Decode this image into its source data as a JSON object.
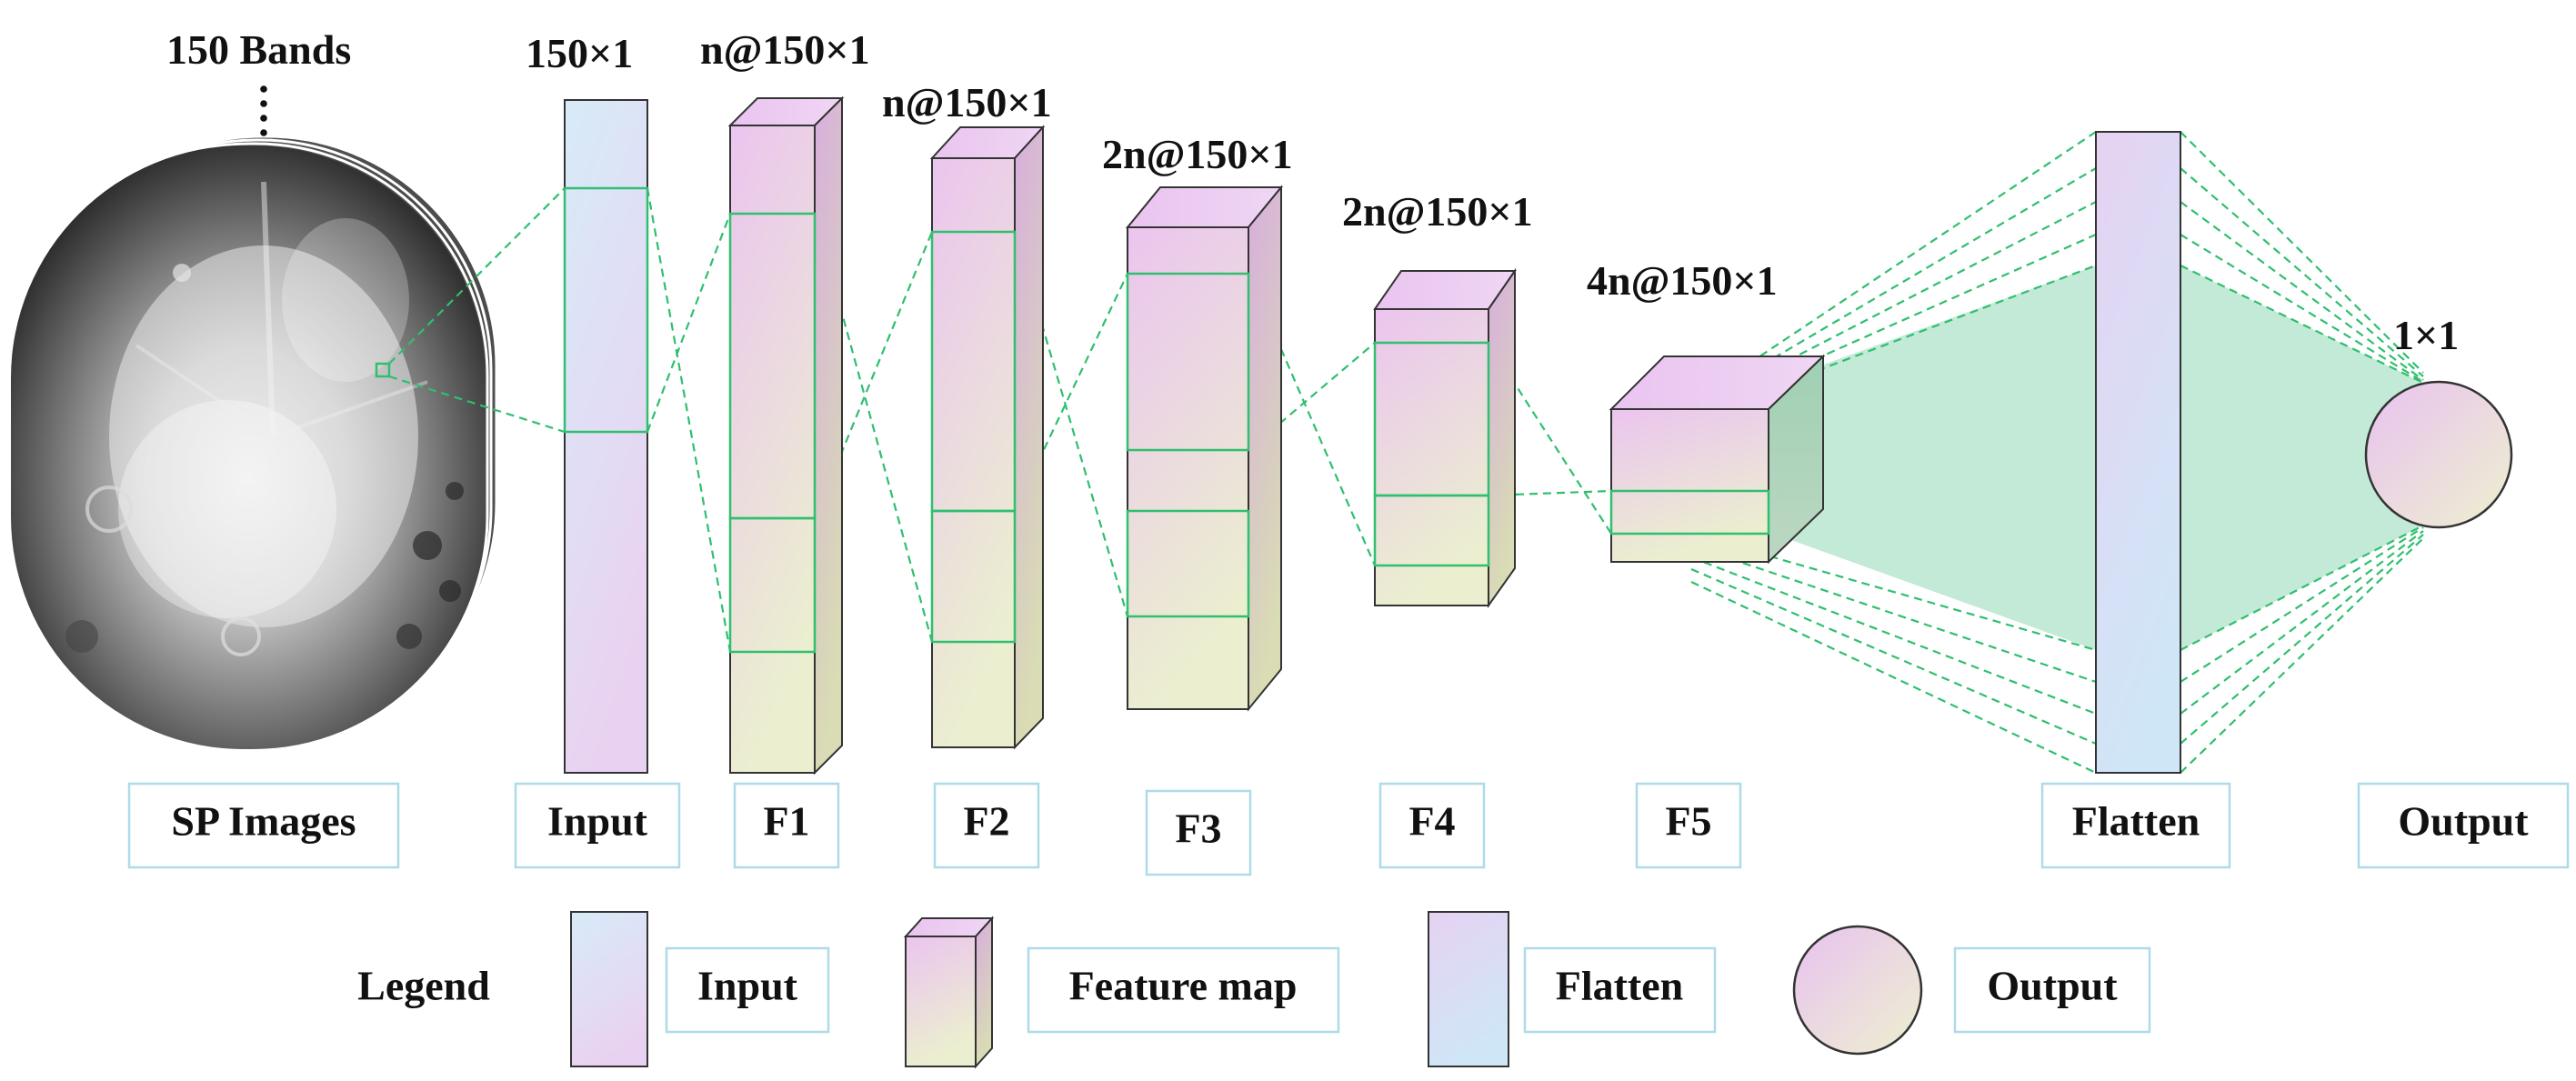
{
  "top_labels": {
    "bands": "150 Bands",
    "input_dim": "150×1",
    "f1_dim": "n@150×1",
    "f2_dim": "n@150×1",
    "f3_dim": "2n@150×1",
    "f4_dim": "2n@150×1",
    "f5_dim": "4n@150×1",
    "output_dim": "1×1"
  },
  "stage_labels": {
    "sp_images": "SP Images",
    "input": "Input",
    "f1": "F1",
    "f2": "F2",
    "f3": "F3",
    "f4": "F4",
    "f5": "F5",
    "flatten": "Flatten",
    "output": "Output"
  },
  "legend": {
    "title": "Legend",
    "input": "Input",
    "feature_map": "Feature map",
    "flatten": "Flatten",
    "output": "Output"
  },
  "colors": {
    "connection_green": "#2fbf6e",
    "fill_green": "#b9e6cf",
    "gradient_pink": "#ebc6f0",
    "gradient_blue": "#d6ecf7",
    "gradient_cream": "#eef0d2",
    "label_box_border": "#aedbe8"
  }
}
